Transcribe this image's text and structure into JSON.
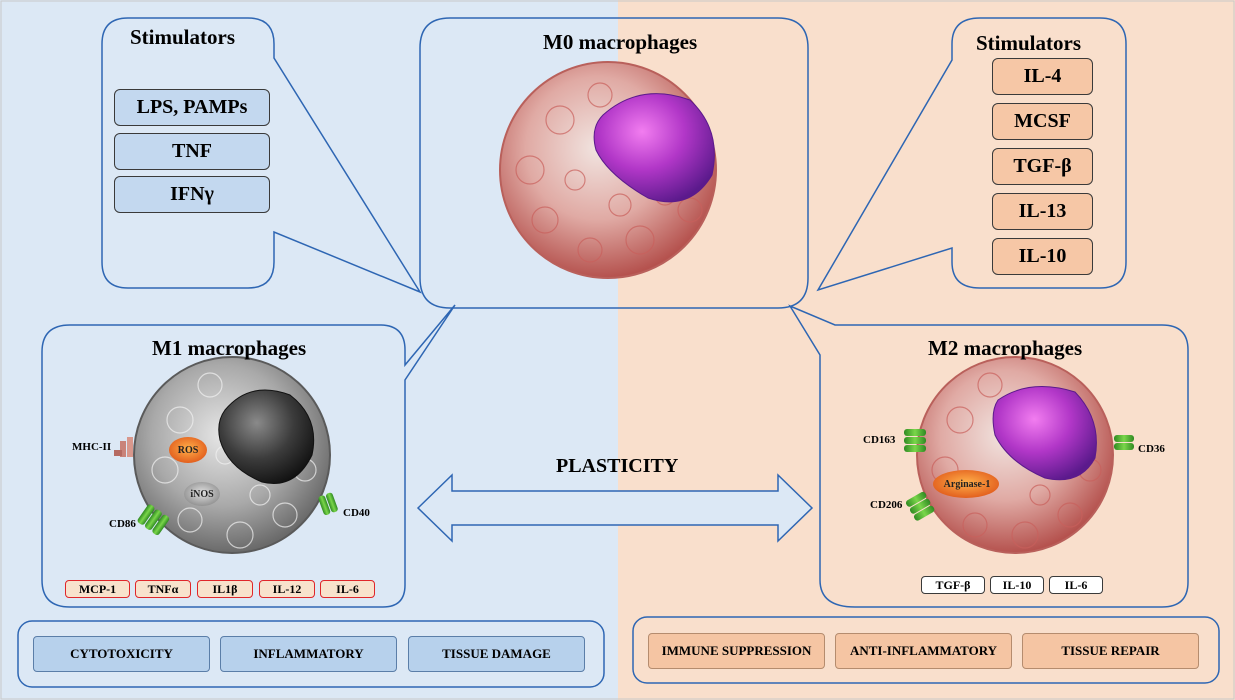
{
  "m0": {
    "title": "M0 macrophages"
  },
  "m1_stimulators": {
    "title": "Stimulators",
    "items": [
      "LPS, PAMPs",
      "TNF",
      "IFNγ"
    ]
  },
  "m2_stimulators": {
    "title": "Stimulators",
    "items": [
      "IL-4",
      "MCSF",
      "TGF-β",
      "IL-13",
      "IL-10"
    ]
  },
  "m1": {
    "title": "M1 macrophages",
    "markers": {
      "mhc": "MHC-II",
      "ros": "ROS",
      "inos": "iNOS",
      "cd86": "CD86",
      "cd40": "CD40"
    },
    "cytokines": [
      "MCP-1",
      "TNFα",
      "IL1β",
      "IL-12",
      "IL-6"
    ],
    "outcomes": [
      "CYTOTOXICITY",
      "INFLAMMATORY",
      "TISSUE DAMAGE"
    ]
  },
  "m2": {
    "title": "M2 macrophages",
    "markers": {
      "cd163": "CD163",
      "cd36": "CD36",
      "cd206": "CD206",
      "arginase": "Arginase-1"
    },
    "cytokines": [
      "TGF-β",
      "IL-10",
      "IL-6"
    ],
    "outcomes": [
      "IMMUNE SUPPRESSION",
      "ANTI-INFLAMMATORY",
      "TISSUE REPAIR"
    ]
  },
  "plasticity": "PLASTICITY",
  "colors": {
    "left_bg": "#dce8f5",
    "right_bg": "#f9dfcc",
    "outline": "#2e66b3",
    "cytokine_border": "#e0262a"
  }
}
